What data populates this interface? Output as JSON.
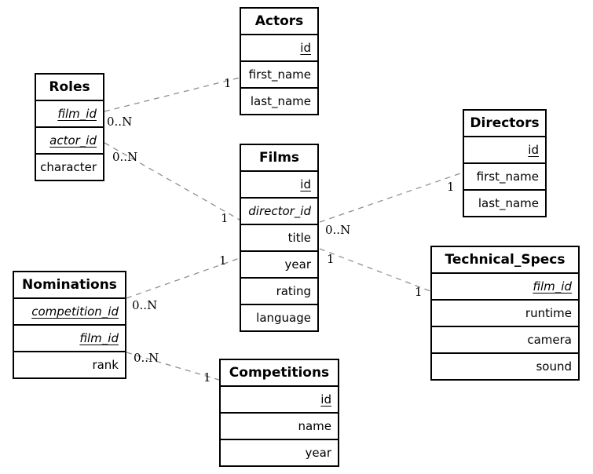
{
  "diagram": {
    "colors": {
      "background": "#ffffff",
      "entity_border": "#000000",
      "entity_text": "#000000",
      "relation_line": "#8f8f8f",
      "relation_label": "#000000"
    },
    "tables": [
      {
        "name": "Actors",
        "columns": [
          {
            "label": "id",
            "key": "pk"
          },
          {
            "label": "first_name",
            "key": ""
          },
          {
            "label": "last_name",
            "key": ""
          }
        ]
      },
      {
        "name": "Roles",
        "columns": [
          {
            "label": "film_id",
            "key": "pkfk"
          },
          {
            "label": "actor_id",
            "key": "pkfk"
          },
          {
            "label": "character",
            "key": ""
          }
        ]
      },
      {
        "name": "Films",
        "columns": [
          {
            "label": "id",
            "key": "pk"
          },
          {
            "label": "director_id",
            "key": "fk"
          },
          {
            "label": "title",
            "key": ""
          },
          {
            "label": "year",
            "key": ""
          },
          {
            "label": "rating",
            "key": ""
          },
          {
            "label": "language",
            "key": ""
          }
        ]
      },
      {
        "name": "Directors",
        "columns": [
          {
            "label": "id",
            "key": "pk"
          },
          {
            "label": "first_name",
            "key": ""
          },
          {
            "label": "last_name",
            "key": ""
          }
        ]
      },
      {
        "name": "Technical_Specs",
        "columns": [
          {
            "label": "film_id",
            "key": "pkfk"
          },
          {
            "label": "runtime",
            "key": ""
          },
          {
            "label": "camera",
            "key": ""
          },
          {
            "label": "sound",
            "key": ""
          }
        ]
      },
      {
        "name": "Nominations",
        "columns": [
          {
            "label": "competition_id",
            "key": "pkfk"
          },
          {
            "label": "film_id",
            "key": "pkfk"
          },
          {
            "label": "rank",
            "key": ""
          }
        ]
      },
      {
        "name": "Competitions",
        "columns": [
          {
            "label": "id",
            "key": "pk"
          },
          {
            "label": "name",
            "key": ""
          },
          {
            "label": "year",
            "key": ""
          }
        ]
      }
    ],
    "relations": [
      {
        "from": "Roles",
        "to": "Actors",
        "from_label": "0..N",
        "to_label": "1"
      },
      {
        "from": "Roles",
        "to": "Films",
        "from_label": "0..N",
        "to_label": "1"
      },
      {
        "from": "Films",
        "to": "Directors",
        "from_label": "0..N",
        "to_label": "1"
      },
      {
        "from": "Films",
        "to": "Technical_Specs",
        "from_label": "1",
        "to_label": "1"
      },
      {
        "from": "Nominations",
        "to": "Films",
        "from_label": "0..N",
        "to_label": "1"
      },
      {
        "from": "Nominations",
        "to": "Competitions",
        "from_label": "0..N",
        "to_label": "1"
      }
    ]
  }
}
